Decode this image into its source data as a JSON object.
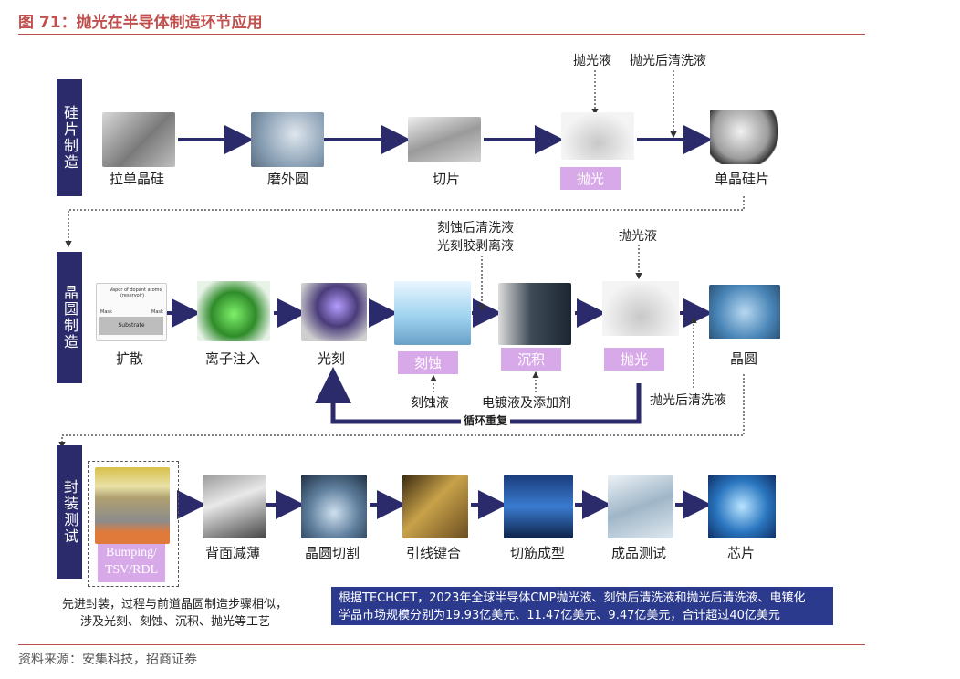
{
  "header": {
    "title": "图 71：抛光在半导体制造环节应用"
  },
  "sections": {
    "wafer_making": "硅片制造",
    "wafer_fab": "晶圆制造",
    "packaging": "封装测试"
  },
  "row1": {
    "steps": [
      "拉单晶硅",
      "磨外圆",
      "切片",
      "抛光",
      "单晶硅片"
    ],
    "input_polish_slurry": "抛光液",
    "input_post_polish_clean": "抛光后清洗液"
  },
  "row2": {
    "steps": [
      "扩散",
      "离子注入",
      "光刻",
      "刻蚀",
      "沉积",
      "抛光",
      "晶圆"
    ],
    "input_etch_clean_1": "刻蚀后清洗液",
    "input_etch_clean_2": "光刻胶剥离液",
    "input_polish_slurry": "抛光液",
    "input_etchant": "刻蚀液",
    "input_plating": "电镀液及添加剂",
    "input_post_polish_clean": "抛光后清洗液",
    "loop_label": "循环重复",
    "diffusion_img_text_1": "Vapor of dopant atoms",
    "diffusion_img_text_2": "(reservoir)",
    "diffusion_img_mask_left": "Mask",
    "diffusion_img_mask_right": "Mask",
    "diffusion_img_substrate": "Substrate"
  },
  "row3": {
    "first_step": "Bumping/\nTSV/RDL",
    "steps": [
      "背面减薄",
      "晶圆切割",
      "引线键合",
      "切筋成型",
      "成品测试",
      "芯片"
    ],
    "note_line1": "先进封装，过程与前道晶圆制造步骤相似，",
    "note_line2": "涉及光刻、刻蚀、沉积、抛光等工艺"
  },
  "info": {
    "line1": "根据TECHCET，2023年全球半导体CMP抛光液、刻蚀后清洗液和抛光后清洗液、电镀化",
    "line2": "学品市场规模分别为19.93亿美元、11.47亿美元、9.47亿美元，合计超过40亿美元"
  },
  "footer": {
    "source": "资料来源：安集科技，招商证券"
  },
  "colors": {
    "accent": "#c0504d",
    "navy": "#2b2a6b",
    "highlight": "#d8a9e8",
    "info_bg": "#2b3a8c"
  }
}
